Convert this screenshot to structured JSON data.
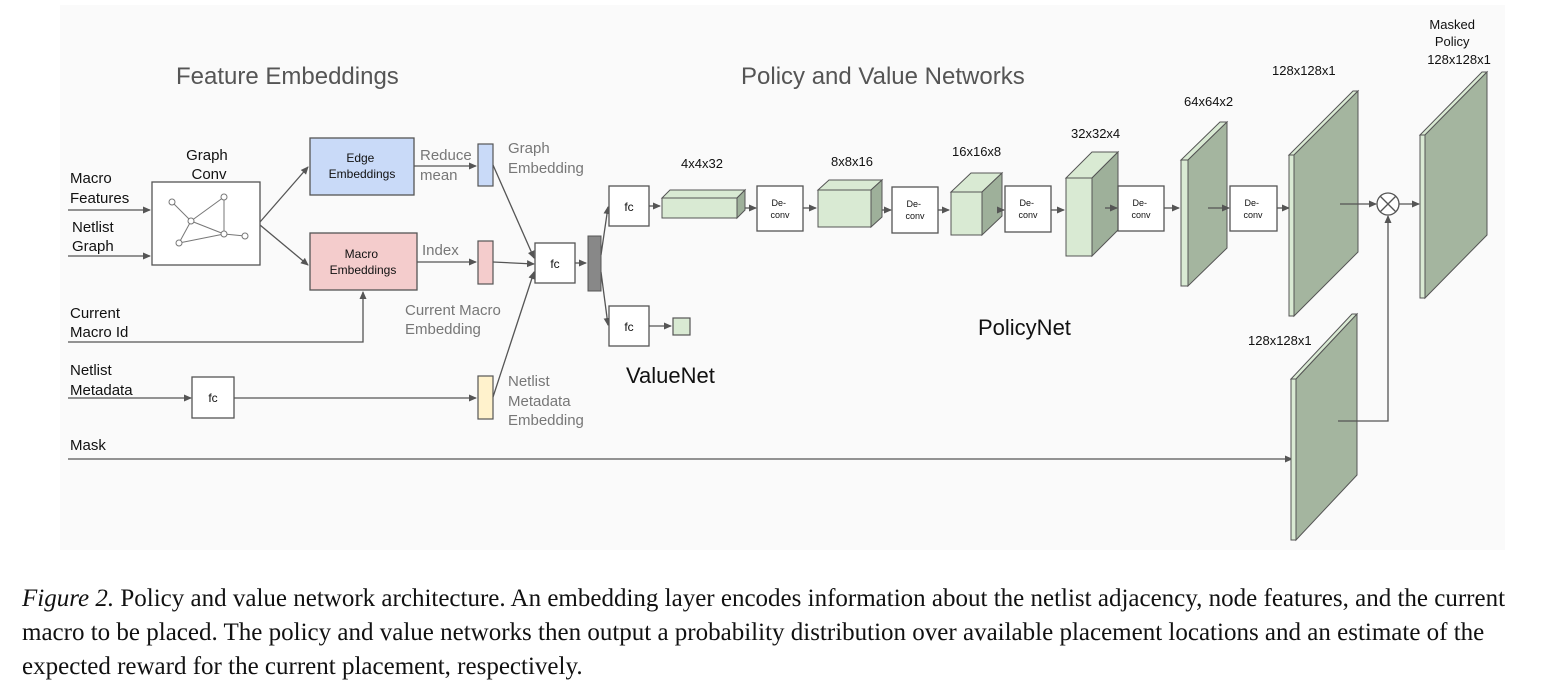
{
  "section_titles": {
    "feature_embeddings": "Feature Embeddings",
    "policy_value": "Policy and Value Networks"
  },
  "inputs": {
    "macro_features": [
      "Macro",
      "Features"
    ],
    "netlist_graph": [
      "Netlist",
      "Graph"
    ],
    "current_macro_id": [
      "Current",
      "Macro Id"
    ],
    "netlist_metadata": [
      "Netlist",
      "Metadata"
    ],
    "mask": "Mask"
  },
  "graph_conv": [
    "Graph",
    "Conv"
  ],
  "edge_embeddings": [
    "Edge",
    "Embeddings"
  ],
  "macro_embeddings": [
    "Macro",
    "Embeddings"
  ],
  "reduce_mean": [
    "Reduce",
    "mean"
  ],
  "index": "Index",
  "graph_embedding": [
    "Graph",
    "Embedding"
  ],
  "current_macro_embedding": [
    "Current Macro",
    "Embedding"
  ],
  "netlist_metadata_embedding": [
    "Netlist",
    "Metadata",
    "Embedding"
  ],
  "fc": "fc",
  "deconv": [
    "De-",
    "conv"
  ],
  "dims": {
    "d1": "4x4x32",
    "d2": "8x8x16",
    "d3": "16x16x8",
    "d4": "32x32x4",
    "d5": "64x64x2",
    "d6": "128x128x1",
    "d7": "128x128x1",
    "masked_policy": [
      "Masked",
      "Policy",
      "128x128x1"
    ]
  },
  "valuenet": "ValueNet",
  "policynet": "PolicyNet",
  "colors": {
    "edge_embeddings": "#c9daf8",
    "macro_embeddings": "#f4cccc",
    "metadata_embedding": "#fff2cc",
    "tensor_front": "#d9ead3",
    "tensor_dark": "#9eb09a",
    "big_plane": "#a4b59f",
    "concat_bar": "#888888",
    "diagram_bg": "#fafafa"
  },
  "caption": {
    "label": "Figure 2.",
    "text": "Policy and value network architecture. An embedding layer encodes information about the netlist adjacency, node features, and the current macro to be placed. The policy and value networks then output a probability distribution over available placement locations and an estimate of the expected reward for the current placement, respectively."
  }
}
